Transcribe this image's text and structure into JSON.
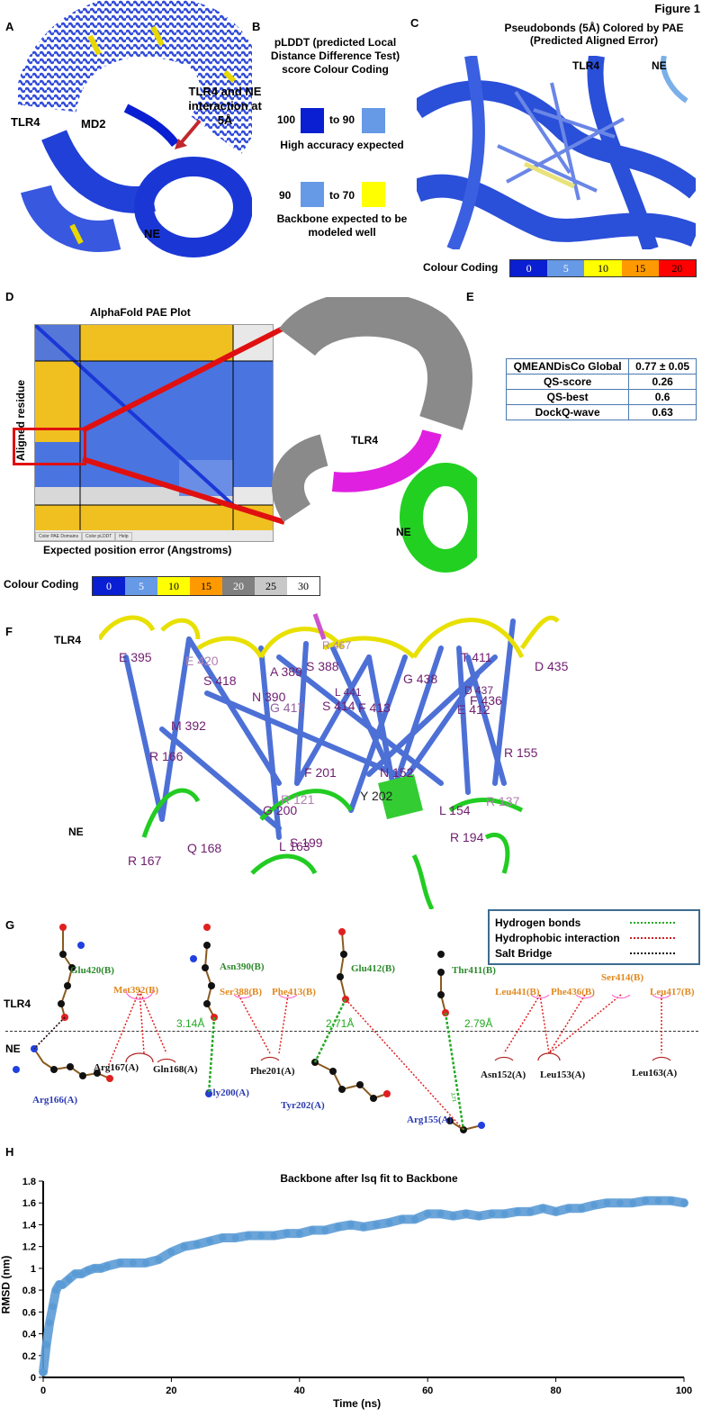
{
  "figure_label": "Figure 1",
  "panelA": {
    "label": "A",
    "tlr4": "TLR4",
    "md2": "MD2",
    "ne": "NE",
    "annotation": "TLR4 and NE interaction at 5Å"
  },
  "panelB": {
    "label": "B",
    "title": "pLDDT (predicted Local Distance Difference Test) score Colour Coding",
    "row1_from": "100",
    "row1_to": "to 90",
    "row1_desc": "High accuracy expected",
    "row2_from": "90",
    "row2_to": "to 70",
    "row2_desc": "Backbone expected to be modeled well",
    "colors": {
      "dark_blue": "#0a1fd1",
      "light_blue": "#6699e6",
      "yellow": "#ffff00"
    }
  },
  "panelC": {
    "label": "C",
    "title": "Pseudobonds (5Å) Colored by PAE (Predicted Aligned Error)",
    "tlr4": "TLR4",
    "ne": "NE",
    "colour_coding": "Colour Coding",
    "scale": [
      "0",
      "5",
      "10",
      "15",
      "20"
    ],
    "scale_colors": [
      "#0a1fd1",
      "#6699e6",
      "#ffff00",
      "#ff9900",
      "#ff0000"
    ]
  },
  "panelD": {
    "label": "D",
    "title": "AlphaFold PAE Plot",
    "ylabel": "Aligned residue",
    "xlabel": "Expected position error (Angstroms)",
    "tabs": [
      "Color PAE Domains",
      "Color pLDDT",
      "Help"
    ],
    "tlr4": "TLR4",
    "ne": "NE",
    "colour_coding": "Colour Coding",
    "scale": [
      "0",
      "5",
      "10",
      "15",
      "20",
      "25",
      "30"
    ],
    "scale_colors": [
      "#0a1fd1",
      "#6699e6",
      "#ffff00",
      "#ff9900",
      "#808080",
      "#c8c8c8",
      "#ffffff"
    ]
  },
  "panelE": {
    "label": "E",
    "rows": [
      [
        "QMEANDisCo Global",
        "0.77 ± 0.05"
      ],
      [
        "QS-score",
        "0.26"
      ],
      [
        "QS-best",
        "0.6"
      ],
      [
        "DockQ-wave",
        "0.63"
      ]
    ]
  },
  "panelF": {
    "label": "F",
    "tlr4": "TLR4",
    "ne": "NE",
    "residues": [
      "E 395",
      "E 420",
      "S 418",
      "M 392",
      "A 389",
      "S 388",
      "N 390",
      "G 417",
      "L 441",
      "S 414",
      "F 413",
      "G 438",
      "T 411",
      "D 435",
      "D 437",
      "F 436",
      "E 412",
      "R 166",
      "R 155",
      "F 201",
      "N 152",
      "Y 202",
      "R 121",
      "G 200",
      "L 154",
      "R 137",
      "S 199",
      "L 163",
      "Q 168",
      "R 167",
      "R 194",
      "R 467"
    ]
  },
  "panelG": {
    "label": "G",
    "tlr4": "TLR4",
    "ne": "NE",
    "legend": [
      "Hydrogen bonds",
      "Hydrophobic interaction",
      "Salt Bridge"
    ],
    "tlr4_residues": [
      "Glu420(B)",
      "Met392(B)",
      "Asn390(B)",
      "Ser388(B)",
      "Phe413(B)",
      "Glu412(B)",
      "Thr411(B)",
      "Leu441(B)",
      "Phe436(B)",
      "Ser414(B)",
      "Leu417(B)"
    ],
    "ne_residues": [
      "Arg166(A)",
      "Arg167(A)",
      "Gln168(A)",
      "Gly200(A)",
      "Phe201(A)",
      "Tyr202(A)",
      "Arg155(A)",
      "Asn152(A)",
      "Leu153(A)",
      "Leu163(A)"
    ],
    "distances": [
      "3.14Å",
      "2.71Å",
      "2.79Å"
    ],
    "dist_small": "2.71"
  },
  "panelH": {
    "label": "H"
  },
  "chart_data": {
    "type": "scatter",
    "title": "Backbone after lsq fit to Backbone",
    "xlabel": "Time (ns)",
    "ylabel": "RMSD (nm)",
    "xlim": [
      0,
      100
    ],
    "ylim": [
      0,
      1.8
    ],
    "xticks": [
      0,
      20,
      40,
      60,
      80,
      100
    ],
    "yticks": [
      0,
      0.2,
      0.4,
      0.6,
      0.8,
      1.0,
      1.2,
      1.4,
      1.6,
      1.8
    ],
    "color": "#5b9bd5",
    "series": [
      {
        "x": [
          0,
          0.5,
          1,
          1.5,
          2,
          2.5,
          3,
          4,
          5,
          6,
          7,
          8,
          9,
          10,
          12,
          14,
          16,
          18,
          20,
          22,
          24,
          26,
          28,
          30,
          32,
          34,
          36,
          38,
          40,
          42,
          44,
          46,
          48,
          50,
          52,
          54,
          56,
          58,
          60,
          62,
          64,
          66,
          68,
          70,
          72,
          74,
          76,
          78,
          80,
          82,
          84,
          86,
          88,
          90,
          92,
          94,
          96,
          98,
          100
        ],
        "y": [
          0.05,
          0.3,
          0.5,
          0.65,
          0.8,
          0.85,
          0.85,
          0.9,
          0.95,
          0.95,
          0.98,
          1.0,
          1.0,
          1.02,
          1.05,
          1.05,
          1.05,
          1.08,
          1.15,
          1.2,
          1.22,
          1.25,
          1.28,
          1.28,
          1.3,
          1.3,
          1.3,
          1.32,
          1.32,
          1.35,
          1.35,
          1.38,
          1.4,
          1.38,
          1.4,
          1.42,
          1.45,
          1.45,
          1.5,
          1.5,
          1.48,
          1.5,
          1.48,
          1.5,
          1.5,
          1.52,
          1.52,
          1.55,
          1.52,
          1.55,
          1.55,
          1.58,
          1.6,
          1.6,
          1.6,
          1.62,
          1.62,
          1.62,
          1.6
        ]
      }
    ]
  }
}
